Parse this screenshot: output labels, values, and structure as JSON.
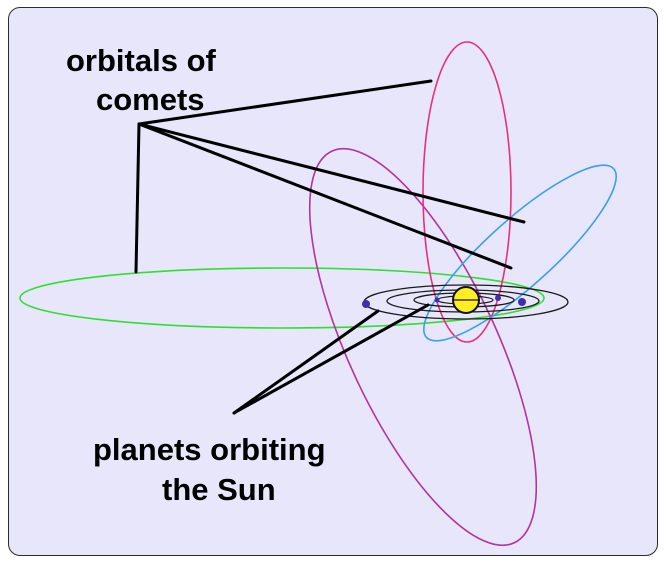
{
  "labels": {
    "comets_line1": "orbitals of",
    "comets_line2": "comets",
    "planets_line1": "planets orbiting",
    "planets_line2": "the Sun"
  },
  "colors": {
    "background_panel": "#e7e6fb",
    "comet_orbit_green": "#2ee02e",
    "comet_orbit_red": "#e8307a",
    "comet_orbit_purple": "#b3339f",
    "comet_orbit_blue": "#3aa0ee",
    "planet_orbits": "#1a1a1a",
    "sun": "#ffee22",
    "planets": "#3b2fb0",
    "pointer_lines": "#000000"
  },
  "icons": {
    "sun": "sun-icon",
    "planet": "planet-icon"
  }
}
